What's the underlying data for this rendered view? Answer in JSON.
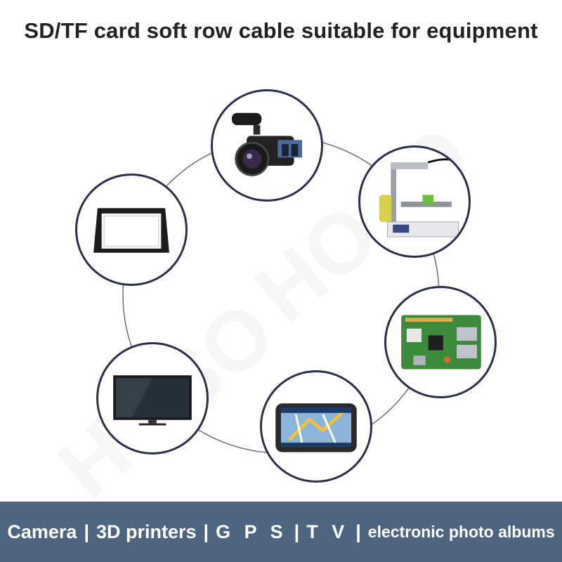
{
  "title": "SD/TF card soft row cable suitable for equipment",
  "watermark": "HOSO",
  "devices": [
    {
      "name": "camcorder-icon"
    },
    {
      "name": "3d-printer-icon"
    },
    {
      "name": "circuit-board-icon"
    },
    {
      "name": "gps-device-icon"
    },
    {
      "name": "tv-icon"
    },
    {
      "name": "photo-frame-icon"
    }
  ],
  "footer": {
    "items": [
      "Camera",
      "3D printers",
      "G P S",
      "T V",
      "electronic photo albums"
    ],
    "separator": "|"
  },
  "colors": {
    "footer_bg": "#4e6580",
    "circle_border": "#2b2f4a",
    "title_text": "#222222"
  }
}
